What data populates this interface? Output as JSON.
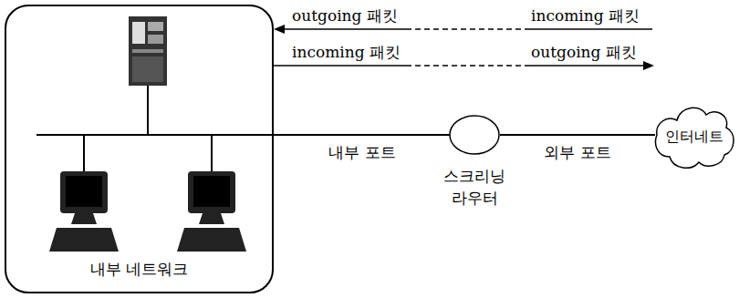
{
  "diagram": {
    "nodes": [
      {
        "text": [
          "내부 네트워크"
        ]
      },
      {
        "text": [
          "스크리닝 라우터"
        ]
      },
      {
        "text": [
          "인터네트"
        ]
      }
    ],
    "edges": [
      {
        "from": 0,
        "to": 1,
        "arrow": "none",
        "label": "내부 포트"
      },
      {
        "from": 1,
        "to": 2,
        "arrow": "none",
        "label": "외부 포트"
      }
    ],
    "labels": [
      "outgoing 패킷",
      "incoming 패킷",
      "incoming 패킷",
      "outgoing 패킷"
    ]
  }
}
